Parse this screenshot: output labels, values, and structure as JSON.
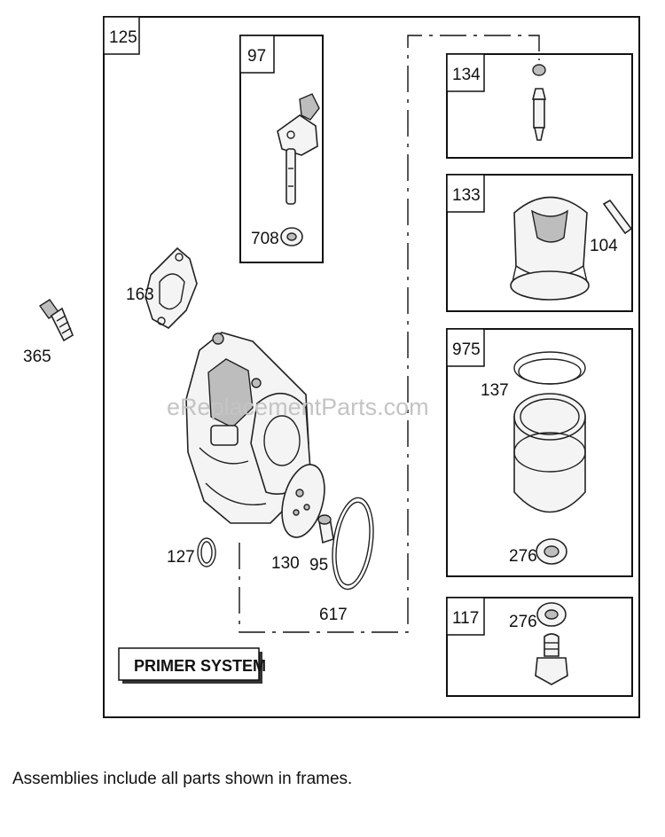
{
  "main_frame": {
    "label": "125"
  },
  "frames": {
    "f97": {
      "label": "97"
    },
    "f134": {
      "label": "134"
    },
    "f133": {
      "label": "133"
    },
    "f975": {
      "label": "975"
    },
    "f117": {
      "label": "117"
    }
  },
  "callouts": {
    "c708": "708",
    "c163": "163",
    "c365": "365",
    "c127": "127",
    "c130": "130",
    "c95": "95",
    "c617": "617",
    "c104": "104",
    "c137": "137",
    "c276a": "276",
    "c276b": "276"
  },
  "primer_system": "PRIMER SYSTEM",
  "watermark": "eReplacementParts.com",
  "footer_note": "Assemblies include all parts shown in frames."
}
